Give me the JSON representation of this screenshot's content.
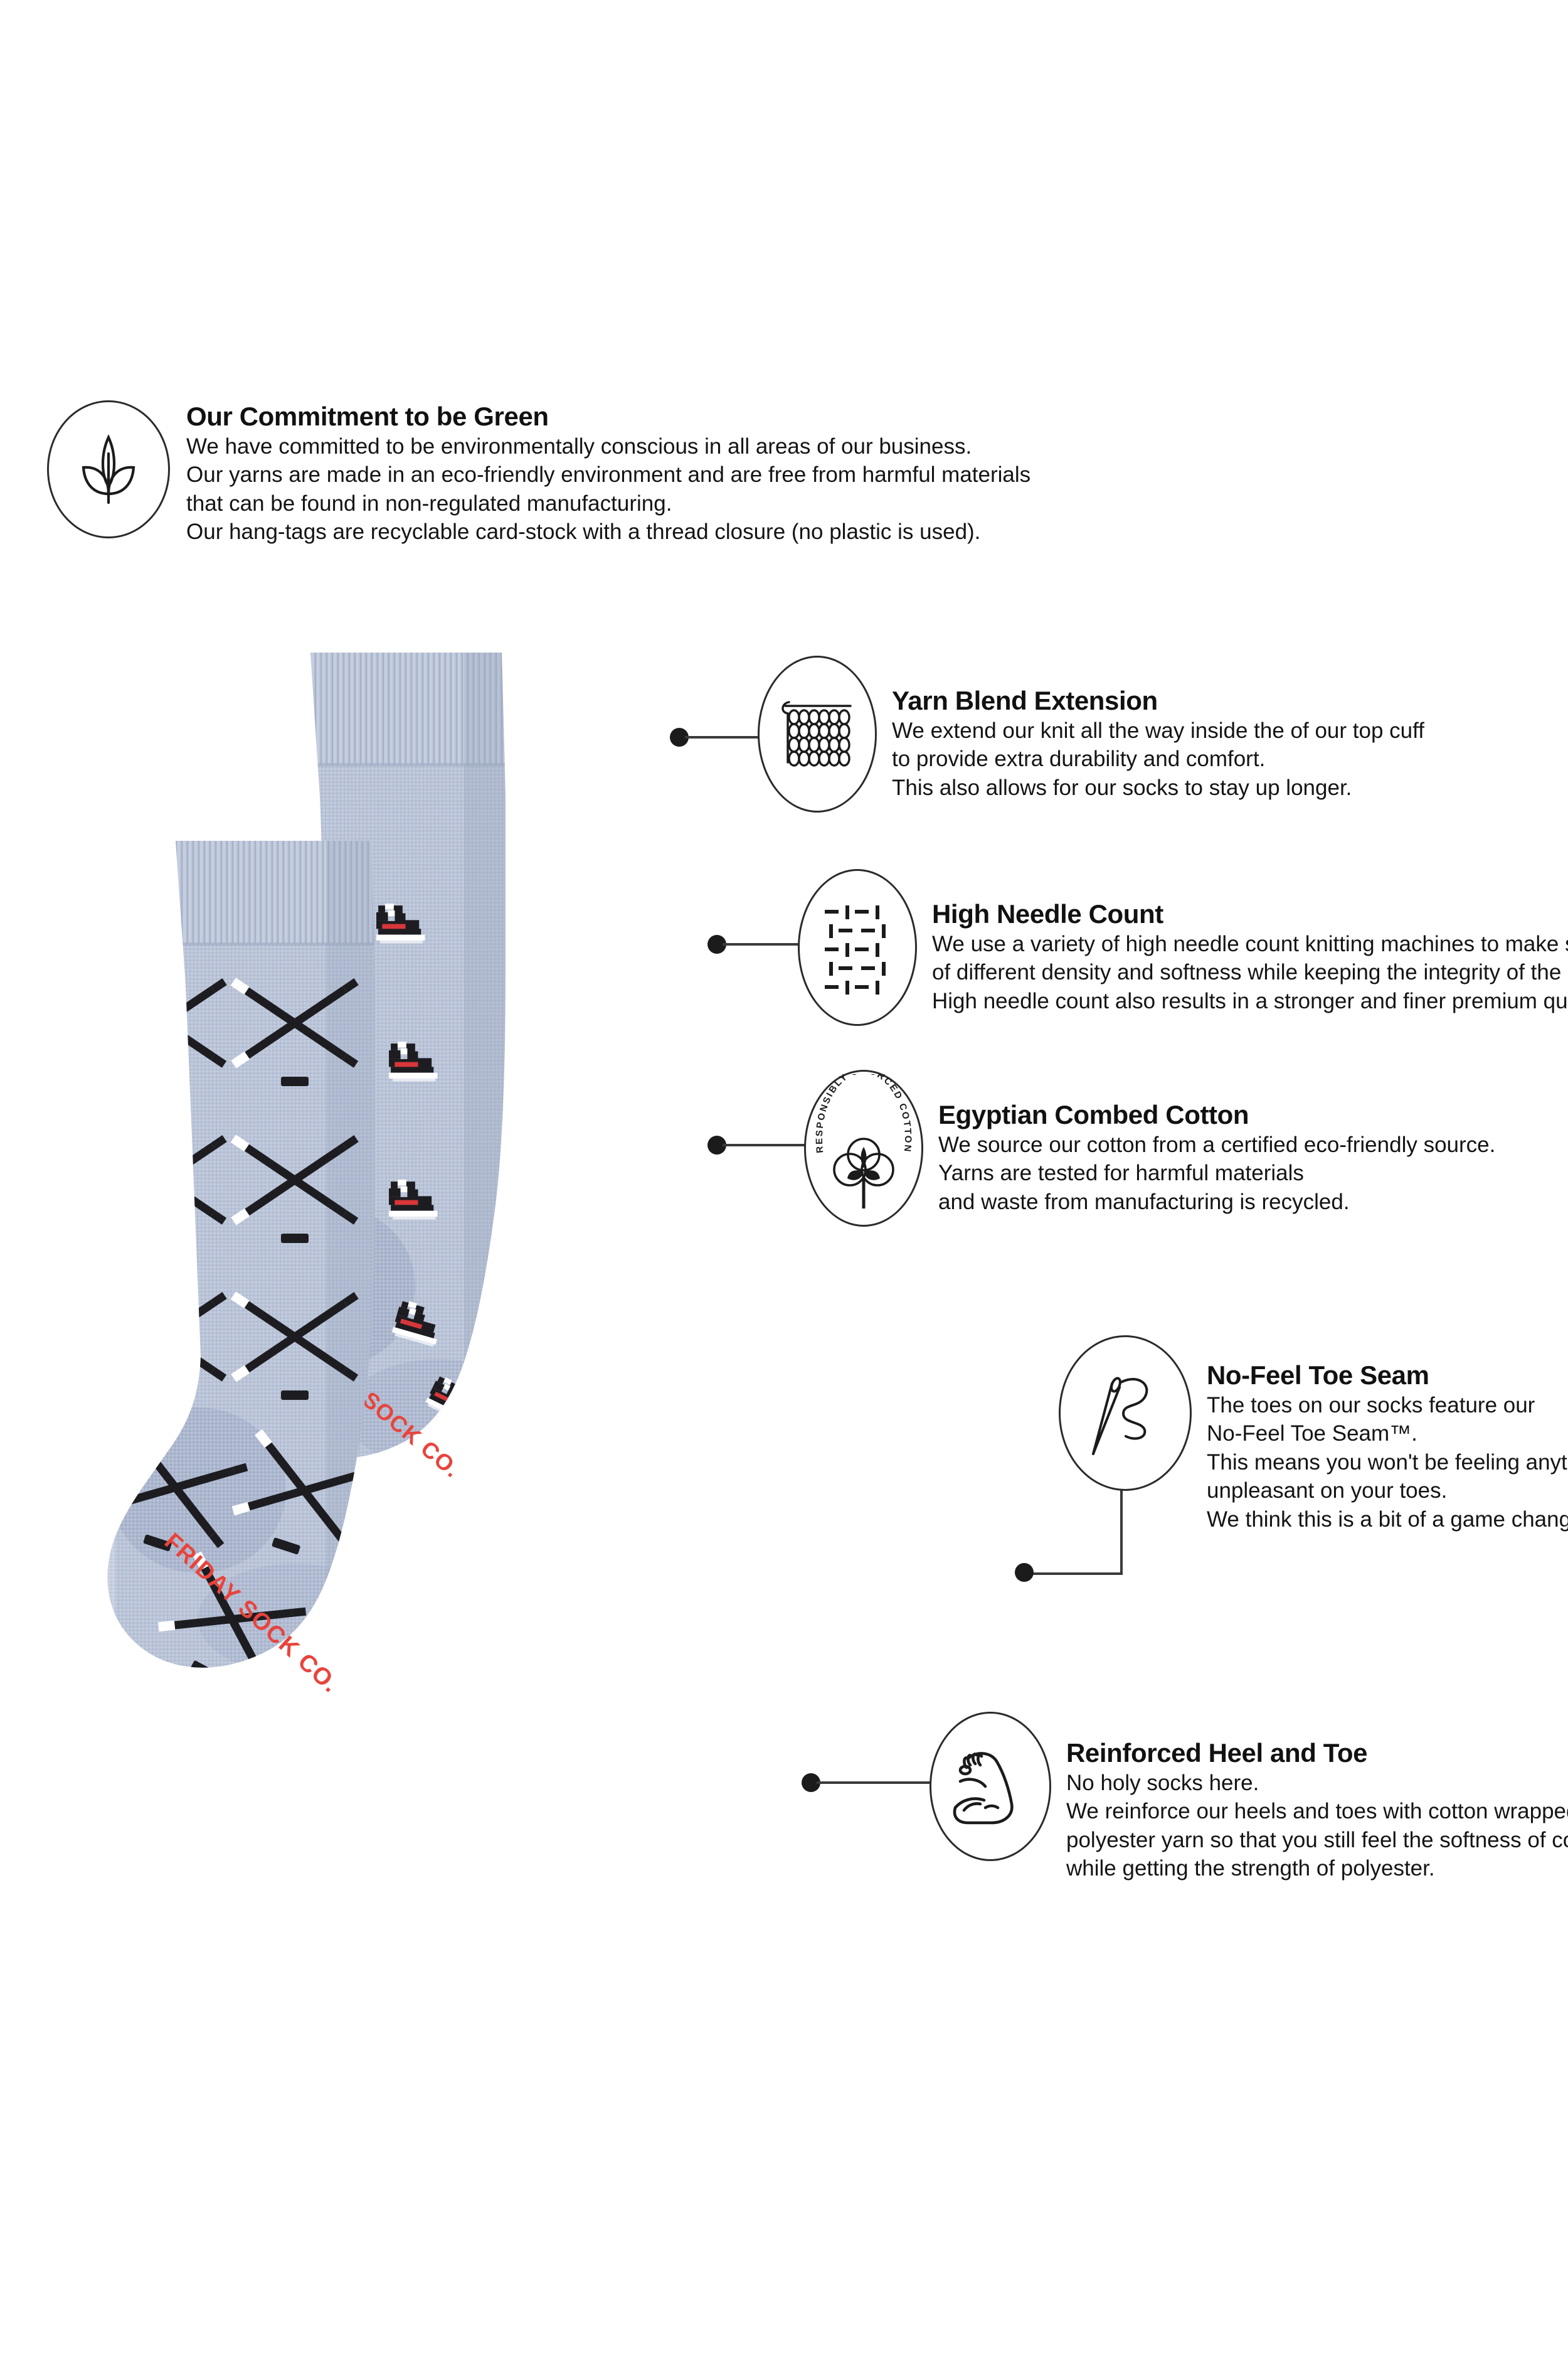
{
  "brand": {
    "sock_label": "FRIDAY SOCK CO."
  },
  "colors": {
    "sock_heather": "#b9c3d7",
    "sock_heather_dark": "#a3aec6",
    "sock_shadow": "#97a3bd",
    "pattern_black": "#1d1d21",
    "pattern_white": "#ffffff",
    "skate_red": "#d8363a",
    "brand_red": "#e8443c",
    "line": "#3a3a3a",
    "text": "#141414"
  },
  "features": [
    {
      "id": "commitment-green",
      "icon": "leaf-icon",
      "title": "Our Commitment to be Green",
      "body": [
        "We have committed to be environmentally conscious in all areas of our business.",
        "Our yarns are made in an eco-friendly environment and are free from harmful materials",
        "that can be found in non-regulated manufacturing.",
        "Our hang-tags are recyclable card-stock with a thread closure (no plastic is used)."
      ]
    },
    {
      "id": "yarn-blend-extension",
      "icon": "knitting-needle-icon",
      "title": "Yarn Blend Extension",
      "body": [
        "We extend our knit all the way inside the of our top cuff",
        "to provide extra durability and comfort.",
        "This also allows for our socks to stay up longer."
      ]
    },
    {
      "id": "high-needle-count",
      "icon": "weave-grid-icon",
      "title": "High Needle Count",
      "body": [
        "We use a variety of high needle count knitting machines to make socks",
        "of different density and softness while keeping the integrity of the design.",
        "High needle count also results in a stronger and finer premium quality sock."
      ]
    },
    {
      "id": "egyptian-combed-cotton",
      "icon": "cotton-boll-seal-icon",
      "seal_text": "RESPONSIBLY SOURCED COTTON",
      "title": "Egyptian Combed Cotton",
      "body": [
        "We source our cotton from a certified eco-friendly source.",
        "Yarns are tested for harmful materials",
        "and waste from manufacturing is recycled."
      ]
    },
    {
      "id": "no-feel-toe-seam",
      "icon": "needle-thread-icon",
      "title": "No-Feel Toe Seam",
      "body": [
        "The toes on our socks feature our",
        "No-Feel Toe Seam™.",
        "This means you won't be feeling anything",
        "unpleasant on your toes.",
        "We think this is a bit of a game changer."
      ]
    },
    {
      "id": "reinforced-heel-and-toe",
      "icon": "flexed-bicep-icon",
      "title": "Reinforced Heel and Toe",
      "body": [
        "No holy socks here.",
        "We reinforce our heels and toes with cotton wrapped",
        "polyester yarn so that you still feel the softness of cotton,",
        "while getting the strength of polyester."
      ]
    }
  ],
  "product": {
    "front_sock_motif": "crossed hockey sticks and puck",
    "back_sock_motif": "hockey skates"
  }
}
